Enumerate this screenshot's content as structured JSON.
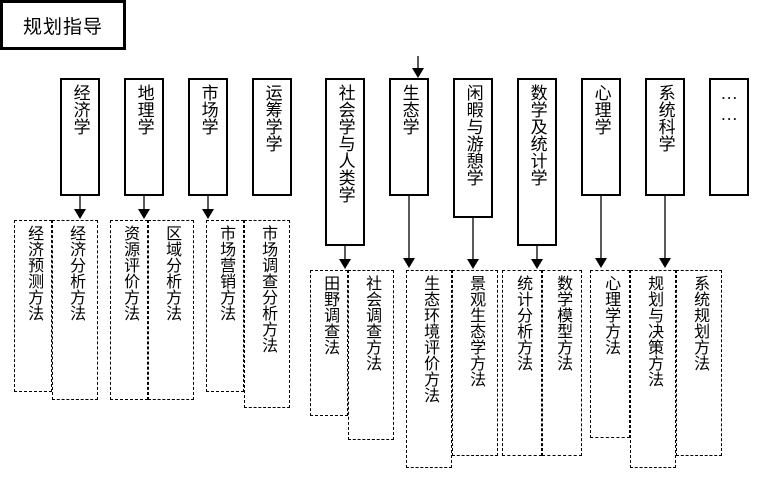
{
  "diagram": {
    "title": "规划指导",
    "type": "hierarchy-flow",
    "root": {
      "label": "规划指导",
      "name": "root-node-planning-guidance"
    },
    "disciplines": [
      {
        "id": "d1",
        "label": "经济学",
        "name": "discipline-economics"
      },
      {
        "id": "d2",
        "label": "地理学",
        "name": "discipline-geography"
      },
      {
        "id": "d3",
        "label": "市场学",
        "name": "discipline-marketing"
      },
      {
        "id": "d4",
        "label": "运筹学学",
        "name": "discipline-operations-research"
      },
      {
        "id": "d5",
        "label": "社会学与人类学",
        "name": "discipline-sociology-anthropology"
      },
      {
        "id": "d6",
        "label": "生态学",
        "name": "discipline-ecology"
      },
      {
        "id": "d7",
        "label": "闲暇与游憩学",
        "name": "discipline-leisure-recreation"
      },
      {
        "id": "d8",
        "label": "数学及统计学",
        "name": "discipline-mathematics-statistics"
      },
      {
        "id": "d9",
        "label": "心理学",
        "name": "discipline-psychology"
      },
      {
        "id": "d10",
        "label": "系统科学",
        "name": "discipline-systems-science"
      },
      {
        "id": "d11",
        "label": "……",
        "name": "discipline-ellipsis"
      }
    ],
    "methods": [
      {
        "id": "m1",
        "label": "经济预测方法",
        "name": "method-economic-forecasting"
      },
      {
        "id": "m2",
        "label": "经济分析方法",
        "name": "method-economic-analysis"
      },
      {
        "id": "m3",
        "label": "资源评价方法",
        "name": "method-resource-evaluation"
      },
      {
        "id": "m4",
        "label": "区域分析方法",
        "name": "method-regional-analysis"
      },
      {
        "id": "m5",
        "label": "市场营销方法",
        "name": "method-market-marketing"
      },
      {
        "id": "m6",
        "label": "市场调查分析方法",
        "name": "method-market-survey-analysis"
      },
      {
        "id": "m7",
        "label": "田野调查法",
        "name": "method-field-survey"
      },
      {
        "id": "m8",
        "label": "社会调查方法",
        "name": "method-social-survey"
      },
      {
        "id": "m9",
        "label": "生态环境评价方法",
        "name": "method-eco-environment-evaluation"
      },
      {
        "id": "m10",
        "label": "景观生态学方法",
        "name": "method-landscape-ecology"
      },
      {
        "id": "m11",
        "label": "统计分析方法",
        "name": "method-statistical-analysis"
      },
      {
        "id": "m12",
        "label": "数学模型方法",
        "name": "method-mathematical-model"
      },
      {
        "id": "m13",
        "label": "心理学方法",
        "name": "method-psychology"
      },
      {
        "id": "m14",
        "label": "规划与决策方法",
        "name": "method-planning-decision"
      },
      {
        "id": "m15",
        "label": "系统规划方法",
        "name": "method-system-planning"
      }
    ],
    "colors": {
      "stroke": "#000000",
      "connector": "#5a5a5a",
      "background": "#ffffff"
    }
  }
}
